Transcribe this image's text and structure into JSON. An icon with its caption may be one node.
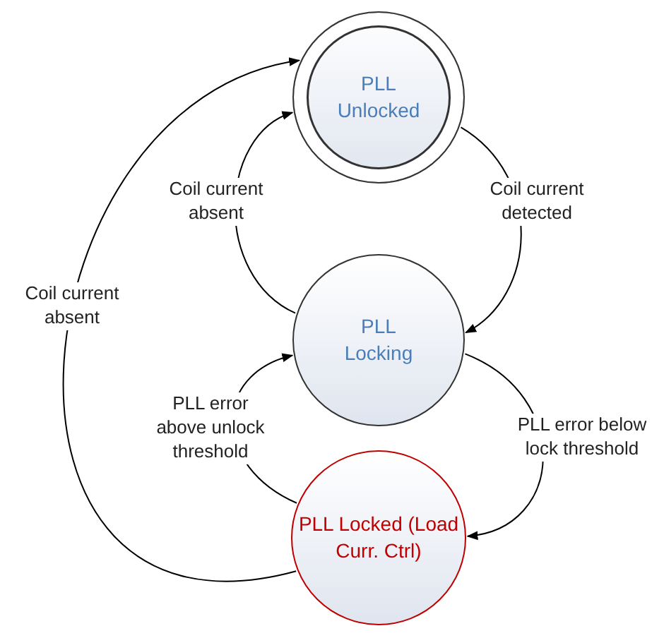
{
  "diagram": {
    "nodes": [
      {
        "text": [
          "PLL Unlocked"
        ]
      },
      {
        "text": [
          "PLL Locking"
        ]
      },
      {
        "text": [
          "PLL Locked (Load Curr. Ctrl)"
        ]
      }
    ],
    "edges": [
      {
        "from": 0,
        "to": 1,
        "arrow": "to",
        "label": "Coil current detected"
      },
      {
        "from": 1,
        "to": 0,
        "arrow": "to",
        "label": "Coil current absent"
      },
      {
        "from": 1,
        "to": 2,
        "arrow": "to",
        "label": "PLL error below lock threshold"
      },
      {
        "from": 2,
        "to": 1,
        "arrow": "to",
        "label": "PLL error above unlock threshold"
      },
      {
        "from": 2,
        "to": 0,
        "arrow": "to",
        "label": "Coil current absent"
      }
    ]
  }
}
